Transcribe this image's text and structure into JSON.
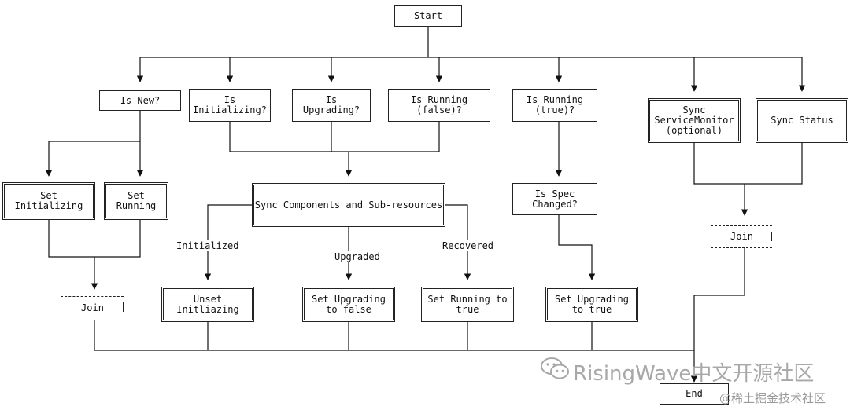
{
  "nodes": {
    "start": "Start",
    "is_new": "Is New?",
    "is_initializing": "Is\nInitializing?",
    "is_upgrading": "Is\nUpgrading?",
    "is_running_false": "Is Running\n(false)?",
    "is_running_true": "Is Running\n(true)?",
    "sync_servicemonitor": "Sync\nServiceMonitor\n(optional)",
    "sync_status": "Sync Status",
    "set_initializing": "Set\nInitializing",
    "set_running": "Set\nRunning",
    "sync_components": "Sync Components and Sub-resources",
    "is_spec_changed": "Is Spec\nChanged?",
    "join_left": "Join",
    "join_right": "Join",
    "unset_initializing": "Unset\nInitliazing",
    "set_upgrading_false": "Set Upgrading\nto false",
    "set_running_true": "Set Running to\ntrue",
    "set_upgrading_true": "Set Upgrading\nto true",
    "end": "End"
  },
  "edge_labels": {
    "initialized": "Initialized",
    "upgraded": "Upgraded",
    "recovered": "Recovered"
  },
  "watermark": {
    "main": "RisingWave中文开源社区",
    "sub": "@稀土掘金技术社区"
  }
}
